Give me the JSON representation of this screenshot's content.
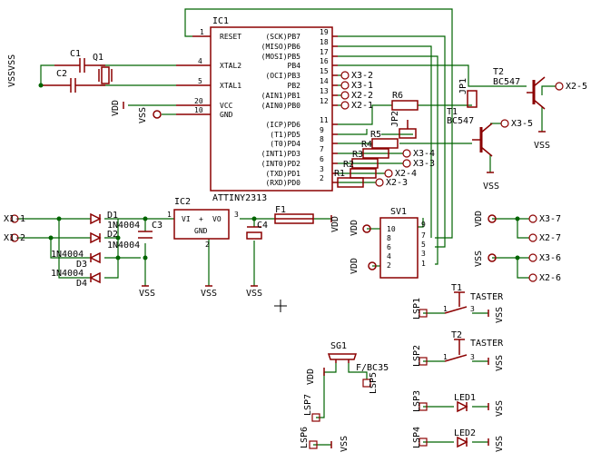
{
  "colors": {
    "wire": "#006400",
    "part": "#8b0000",
    "text": "#000000",
    "pad": "#8b0000"
  },
  "ic1": {
    "name": "IC1",
    "part": "ATTINY2313",
    "left_pins": [
      {
        "num": "1",
        "name": "RESET"
      },
      {
        "num": "4",
        "name": "XTAL2"
      },
      {
        "num": "5",
        "name": "XTAL1"
      },
      {
        "num": "20",
        "name": "VCC"
      },
      {
        "num": "10",
        "name": "GND"
      }
    ],
    "right_pins": [
      {
        "num": "19",
        "name": "(SCK)PB7"
      },
      {
        "num": "18",
        "name": "(MISO)PB6"
      },
      {
        "num": "17",
        "name": "(MOSI)PB5"
      },
      {
        "num": "16",
        "name": "PB4"
      },
      {
        "num": "15",
        "name": "(OCI)PB3"
      },
      {
        "num": "14",
        "name": "PB2"
      },
      {
        "num": "13",
        "name": "(AIN1)PB1"
      },
      {
        "num": "12",
        "name": "(AIN0)PB0"
      },
      {
        "num": "11",
        "name": "(ICP)PD6"
      },
      {
        "num": "9",
        "name": "(T1)PD5"
      },
      {
        "num": "8",
        "name": "(T0)PD4"
      },
      {
        "num": "7",
        "name": "(INT1)PD3"
      },
      {
        "num": "6",
        "name": "(INT0)PD2"
      },
      {
        "num": "3",
        "name": "(TXD)PD1"
      },
      {
        "num": "2",
        "name": "(RXD)PD0"
      }
    ]
  },
  "ic2": {
    "name": "IC2",
    "vi": "VI",
    "plus": "+",
    "vo": "VO",
    "gnd": "GND",
    "pin1": "1",
    "pin3": "3",
    "pin2": "2"
  },
  "labels": {
    "c1": "C1",
    "c2": "C2",
    "q1": "Q1",
    "vssvss": "VSSVSS",
    "c3": "C3",
    "c4": "C4",
    "f1": "F1",
    "sv1": "SV1",
    "r1": "R1",
    "r2": "R2",
    "r3": "R3",
    "r4": "R4",
    "r5": "R5",
    "r6": "R6",
    "jp1": "JP1",
    "jp2": "JP2",
    "t1": "T1",
    "t2": "T2",
    "bc547a": "BC547",
    "bc547b": "BC547",
    "d1": "D1",
    "d2": "D2",
    "d3": "D3",
    "d4": "D4",
    "d1p": "1N4004",
    "d2p": "1N4004",
    "d3p": "1N4004",
    "d4p": "1N4004",
    "x11": "X1-1",
    "x12": "X1-2",
    "sg1": "SG1",
    "fbc35": "F/BC35",
    "lsp1": "LSP1",
    "lsp2": "LSP2",
    "lsp3": "LSP3",
    "lsp4": "LSP4",
    "lsp5": "LSP5",
    "lsp6": "LSP6",
    "lsp7": "LSP7",
    "taster1": "TASTER",
    "taster2": "TASTER",
    "sw_t1": "T1",
    "sw_t2": "T2",
    "led1": "LED1",
    "led2": "LED2",
    "vdd": "VDD",
    "vss": "VSS",
    "x32": "X3-2",
    "x31": "X3-1",
    "x22": "X2-2",
    "x21": "X2-1",
    "x34": "X3-4",
    "x33": "X3-3",
    "x24": "X2-4",
    "x23": "X2-3",
    "x35": "X3-5",
    "x25": "X2-5",
    "x37": "X3-7",
    "x27": "X2-7",
    "x36": "X3-6",
    "x26": "X2-6",
    "n1": "1",
    "n2": "2",
    "n3": "3",
    "n4": "4",
    "n5": "5",
    "n6": "6",
    "n7": "7",
    "n8": "8",
    "n9": "9",
    "n10": "10"
  }
}
